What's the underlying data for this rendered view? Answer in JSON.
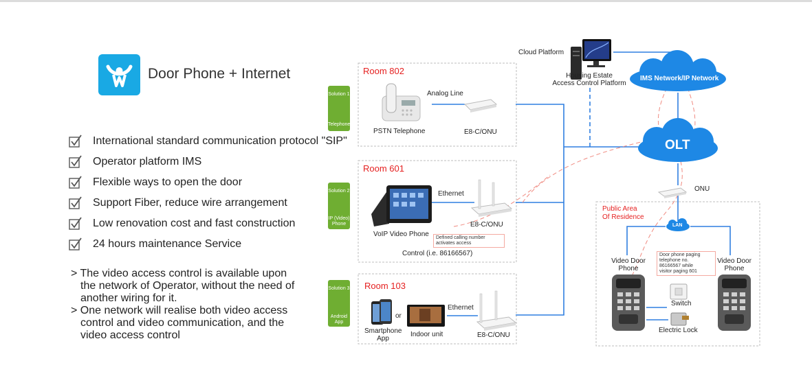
{
  "header": {
    "title": "Door Phone + Internet"
  },
  "features": [
    "International standard communication protocol \"SIP\"",
    "Operator platform IMS",
    "Flexible ways to open the door",
    "Support Fiber, reduce wire arrangement",
    "Low renovation cost and fast construction",
    "24 hours maintenance Service"
  ],
  "notes": [
    {
      "line1": "> The video access control is available upon",
      "line2": "the network of Operator, without the need of",
      "line3": "another wiring for it."
    },
    {
      "line1": "> One network will realise both video access",
      "line2": "control and video communication, and the",
      "line3": "video access control"
    }
  ],
  "diagram": {
    "cloud_platform": "Cloud Platform",
    "housing_estate": {
      "line1": "Housing Estate",
      "line2": "Access Control Platform"
    },
    "ims_network": "IMS Network/IP Network",
    "olt": "OLT",
    "onu": "ONU",
    "lan": "LAN",
    "public_area": {
      "line1": "Public Area",
      "line2": "Of Residence"
    },
    "rooms": [
      {
        "name": "Room 802",
        "solution": {
          "line1": "Solution 1",
          "line2": "Telephone",
          "line3": ""
        },
        "link_label": "Analog Line",
        "device": "PSTN Telephone",
        "onu_label": "E8-C/ONU"
      },
      {
        "name": "Room 601",
        "solution": {
          "line1": "Solution 2",
          "line2": "IP (Video)",
          "line3": "Phone"
        },
        "link_label": "Ethernet",
        "device": "VoIP Video Phone",
        "onu_label": "E8-C/ONU",
        "callout": {
          "line1": "Defined calling number",
          "line2": "activates access"
        },
        "control": "Control (i.e. 86166567)"
      },
      {
        "name": "Room 103",
        "solution": {
          "line1": "Solution 3",
          "line2": "Android",
          "line3": "App"
        },
        "link_label": "Ethernet",
        "device": {
          "line1": "Smartphone",
          "line2": "App"
        },
        "or": "or",
        "indoor": "Indoor unit",
        "onu_label": "E8-C/ONU"
      }
    ],
    "door_phone_left": {
      "line1": "Video Door",
      "line2": "Phone"
    },
    "door_phone_right": {
      "line1": "Video Door",
      "line2": "Phone"
    },
    "paging_note": {
      "line1": "Door phone paging",
      "line2": "telephone no.",
      "line3": "86166567 while",
      "line4": "visitor paging 601"
    },
    "switch": "Switch",
    "electric_lock": "Electric Lock"
  },
  "colors": {
    "accent": "#19a9e4",
    "solution_green": "#6fae32",
    "room_red": "#e52020",
    "line_blue": "#2f7fe0",
    "cloud_blue": "#1e88e5",
    "dash_red": "#f08a80"
  }
}
